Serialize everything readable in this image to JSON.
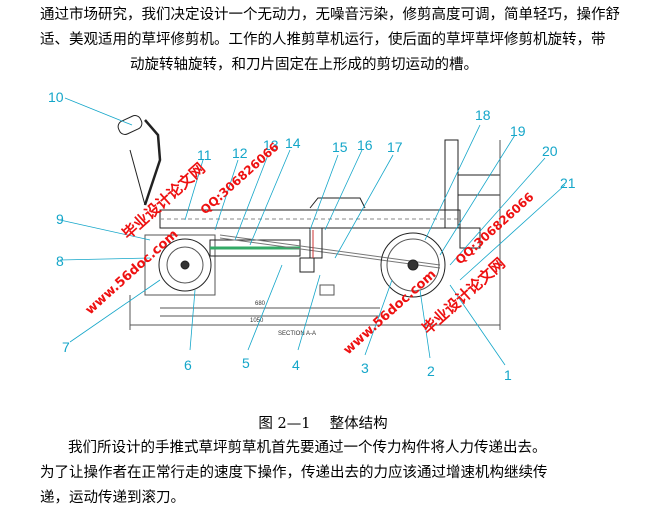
{
  "intro": {
    "line1": "通过市场研究，我们决定设计一个无动力，无噪音污染，修剪高度可调，简单轻巧，操作舒",
    "line2": "适、美观适用的草坪修剪机。工作的人推剪草机运行，使后面的草坪草坪修剪机旋转，带",
    "line3": "动旋转轴旋转，和刀片固定在上形成的剪切运动的槽。"
  },
  "figure": {
    "callouts": [
      "1",
      "2",
      "3",
      "4",
      "5",
      "6",
      "7",
      "8",
      "9",
      "10",
      "11",
      "12",
      "13",
      "14",
      "15",
      "16",
      "17",
      "18",
      "19",
      "20",
      "21"
    ],
    "section_label": "SECTION A-A",
    "dim_upper": "680",
    "dim_lower": "1050",
    "watermark": {
      "site": "www.56doc.com",
      "qq": "QQ:306826066",
      "brand": "毕业设计论文网"
    }
  },
  "caption": "图 2—1　 整体结构",
  "body": {
    "line1": "我们所设计的手推式草坪剪草机首先要通过一个传力构件将人力传递出去。",
    "line2": "为了让操作者在正常行走的速度下操作，传递出去的力应该通过增速机构继续传",
    "line3": "递，运动传递到滚刀。"
  }
}
